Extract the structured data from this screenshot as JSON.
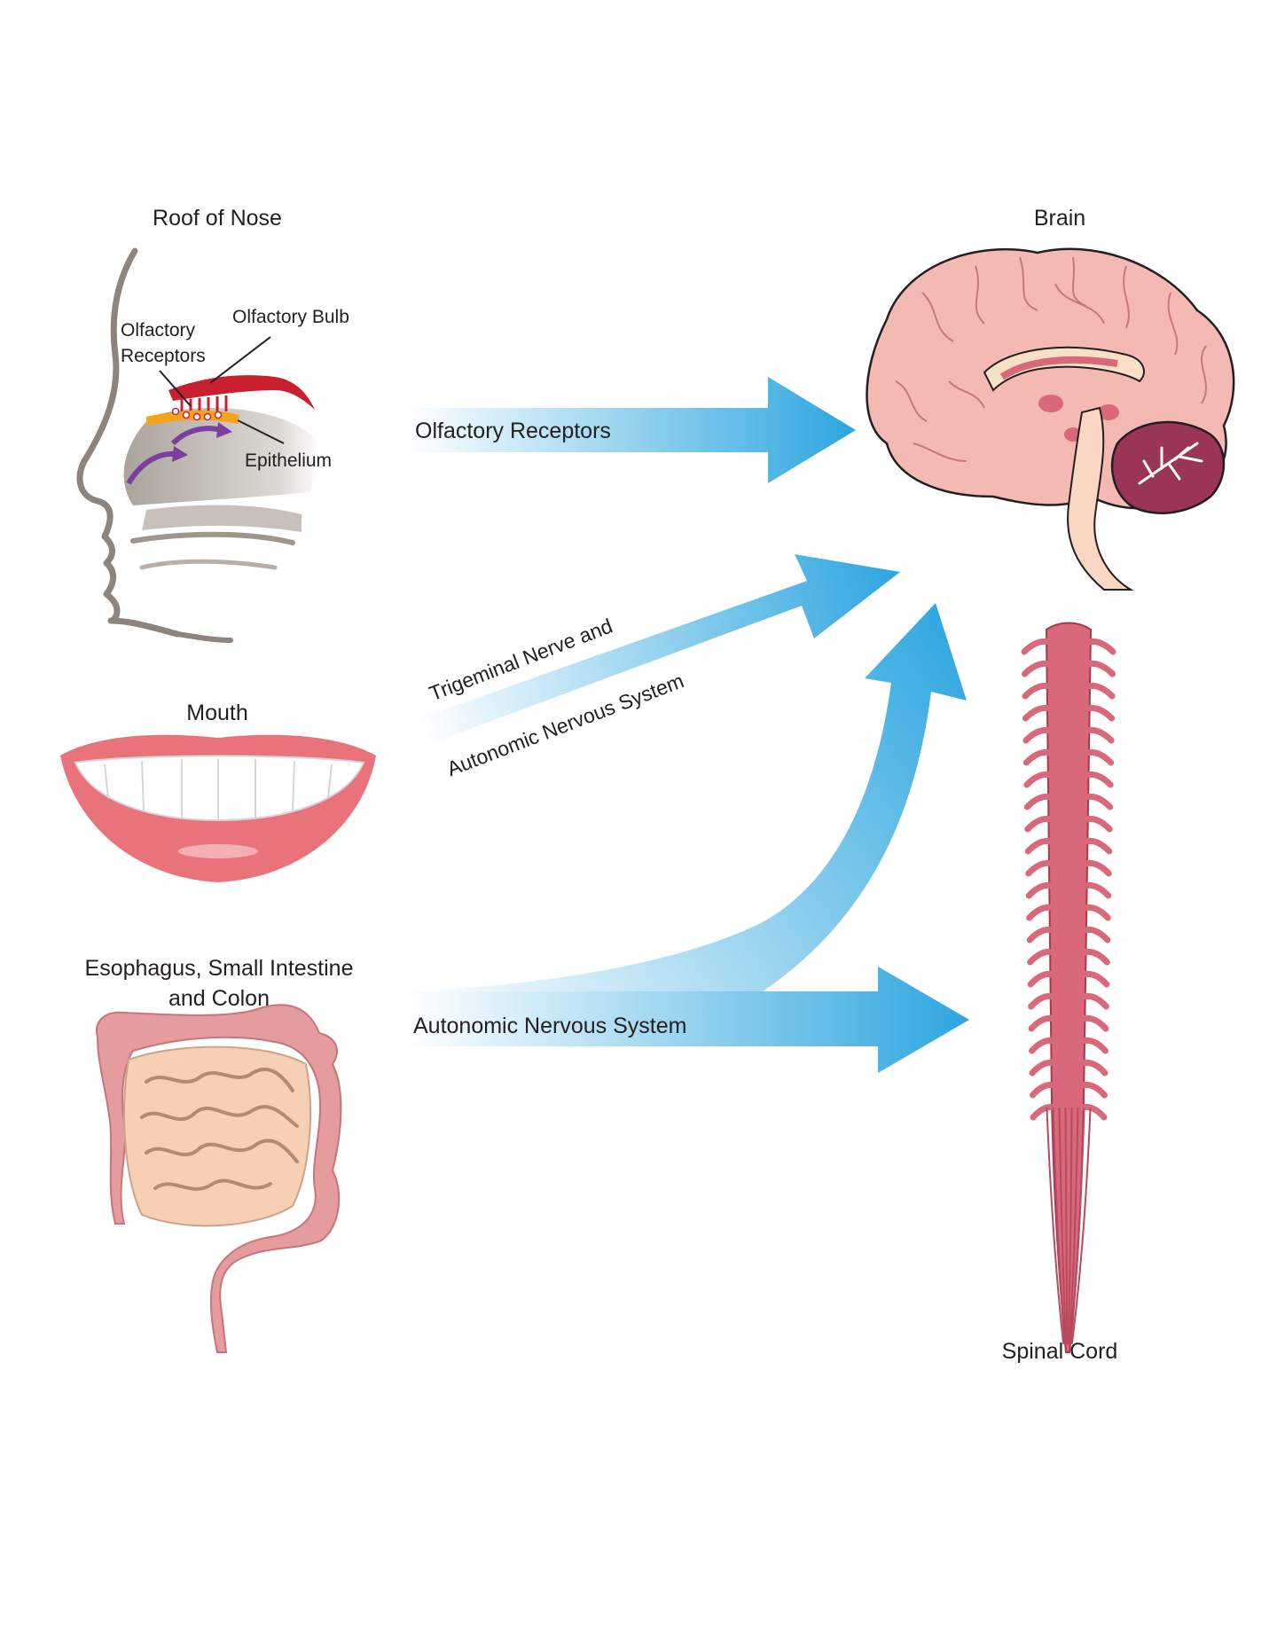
{
  "sources": {
    "nose": {
      "title": "Roof of Nose",
      "bulb_label": "Olfactory Bulb",
      "receptors_label_line1": "Olfactory",
      "receptors_label_line2": "Receptors",
      "epithelium_label": "Epithelium"
    },
    "mouth": {
      "title": "Mouth"
    },
    "gut": {
      "title_line1": "Esophagus, Small Intestine",
      "title_line2": "and Colon"
    }
  },
  "targets": {
    "brain": {
      "title": "Brain"
    },
    "spinal_cord": {
      "title": "Spinal Cord"
    }
  },
  "pathways": {
    "olfactory": {
      "label": "Olfactory Receptors"
    },
    "trigeminal": {
      "label_line1": "Trigeminal Nerve and",
      "label_line2": "Autonomic Nervous System"
    },
    "autonomic": {
      "label": "Autonomic Nervous System"
    }
  },
  "colors": {
    "arrow": "#2ea6df",
    "brain": "#f4b9b3",
    "cerebellum": "#9b3558",
    "spinal_cord": "#d9687a",
    "lips": "#e8737a",
    "colon": "#e59c9f",
    "small_intestine": "#f6cfb5",
    "face": "#8c847d",
    "olfactory_bulb": "#c8202f",
    "epithelium": "#f7a21b"
  }
}
